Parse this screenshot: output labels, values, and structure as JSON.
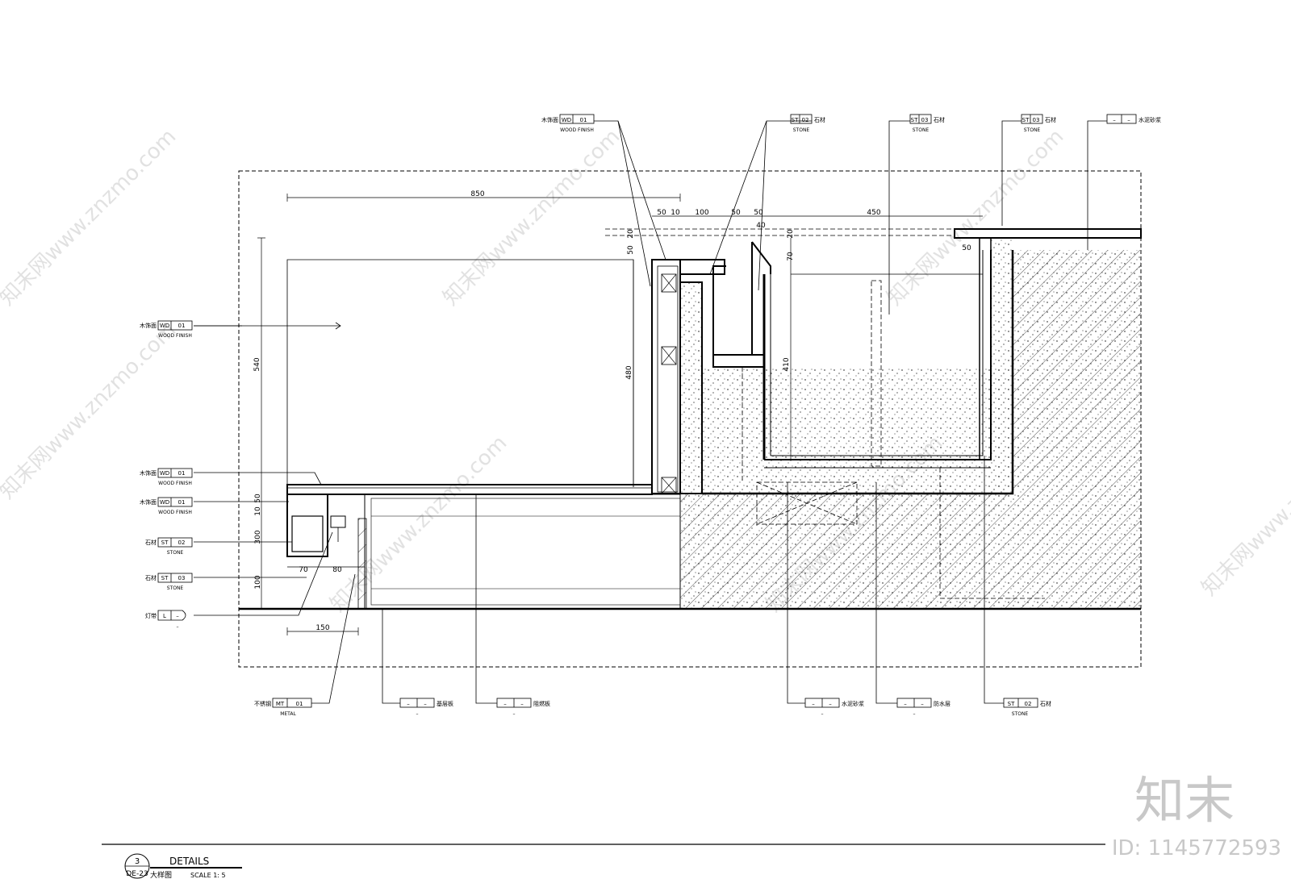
{
  "title_block": {
    "detail_number": "3",
    "sheet_ref": "DE-23",
    "title": "DETAILS",
    "subtitle": "大样图",
    "scale": "SCALE  1: 5"
  },
  "dimensions": {
    "d850": "850",
    "d540": "540",
    "d480": "480",
    "d410": "410",
    "d450": "450",
    "d100": "100",
    "d50a": "50",
    "d50b": "50",
    "d50c": "50",
    "d50d": "50",
    "d10a": "10",
    "d40": "40",
    "d20a": "20",
    "d20b": "20",
    "d70a": "70",
    "d10b": "10",
    "d50e": "50",
    "d50f": "50",
    "d300": "300",
    "d100b": "100",
    "d70b": "70",
    "d80": "80",
    "d150": "150"
  },
  "callouts": {
    "top": [
      {
        "pre": "木饰面",
        "code": "WD",
        "num": "01",
        "sub": "WOOD FINISH"
      },
      {
        "pre": "",
        "code": "ST",
        "num": "02",
        "sub": "STONE",
        "post": "石材"
      },
      {
        "pre": "",
        "code": "ST",
        "num": "03",
        "sub": "STONE",
        "post": "石材"
      },
      {
        "pre": "",
        "code": "ST",
        "num": "03",
        "sub": "STONE",
        "post": "石材"
      },
      {
        "pre": "",
        "code": "–",
        "num": "–",
        "sub": "",
        "post": "水泥砂浆"
      }
    ],
    "left": [
      {
        "pre": "木饰面",
        "code": "WD",
        "num": "01",
        "sub": "WOOD FINISH"
      },
      {
        "pre": "木饰面",
        "code": "WD",
        "num": "01",
        "sub": "WOOD FINISH"
      },
      {
        "pre": "木饰面",
        "code": "WD",
        "num": "01",
        "sub": "WOOD FINISH"
      },
      {
        "pre": "石材",
        "code": "ST",
        "num": "02",
        "sub": "STONE"
      },
      {
        "pre": "石材",
        "code": "ST",
        "num": "03",
        "sub": "STONE"
      },
      {
        "pre": "灯带",
        "code": "L",
        "num": "–",
        "sub": "–"
      }
    ],
    "bottom": [
      {
        "pre": "不锈钢",
        "code": "MT",
        "num": "01",
        "sub": "METAL"
      },
      {
        "pre": "",
        "code": "–",
        "num": "–",
        "sub": "–",
        "post": "基层板"
      },
      {
        "pre": "",
        "code": "–",
        "num": "–",
        "sub": "–",
        "post": "阻燃板"
      },
      {
        "pre": "",
        "code": "–",
        "num": "–",
        "sub": "–",
        "post": "水泥砂浆"
      },
      {
        "pre": "",
        "code": "–",
        "num": "–",
        "sub": "–",
        "post": "防水层"
      },
      {
        "pre": "",
        "code": "ST",
        "num": "02",
        "sub": "STONE",
        "post": "石材"
      }
    ]
  },
  "watermark": {
    "brand": "知末",
    "id_text": "ID: 1145772593",
    "diagonal": "知末网www.znzmo.com"
  }
}
